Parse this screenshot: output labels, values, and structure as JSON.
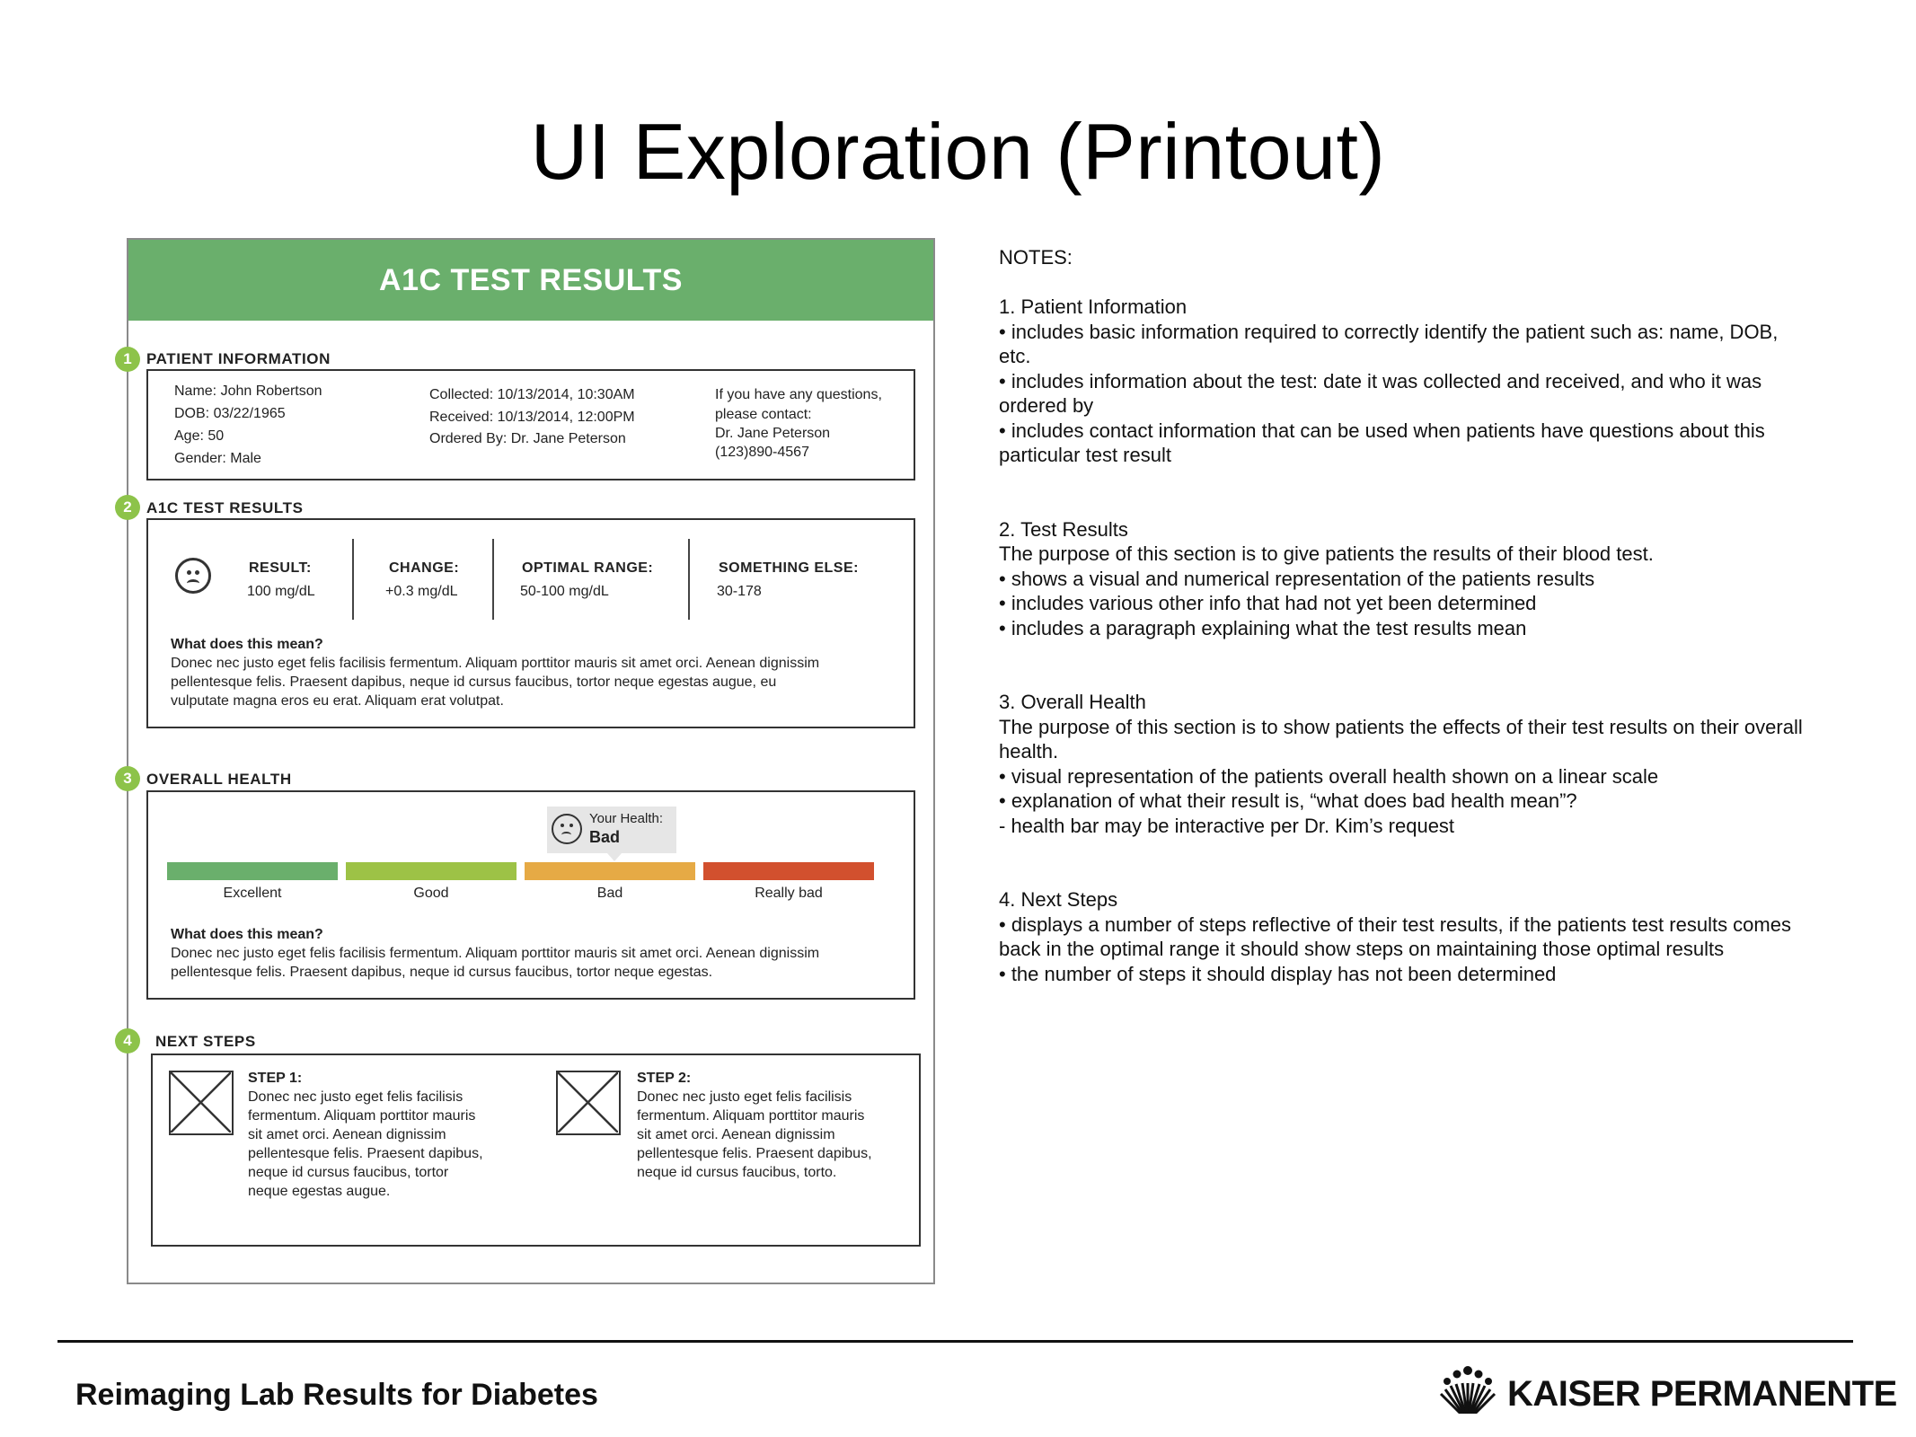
{
  "slide": {
    "title": "UI Exploration (Printout)",
    "footer_title": "Reimaging Lab Results for Diabetes",
    "logo_text": "KAISER PERMANENTE"
  },
  "printout": {
    "header": "A1C TEST RESULTS",
    "sections": {
      "patient": {
        "number": "1",
        "title": "PATIENT INFORMATION",
        "name": "Name: John Robertson",
        "dob": "DOB: 03/22/1965",
        "age": "Age: 50",
        "gender": "Gender: Male",
        "collected": "Collected: 10/13/2014, 10:30AM",
        "received": "Received: 10/13/2014, 12:00PM",
        "ordered_by": "Ordered By: Dr. Jane Peterson",
        "contact_line1": "If you have any questions,",
        "contact_line2": "please contact:",
        "contact_name": "Dr. Jane Peterson",
        "contact_phone": "(123)890-4567"
      },
      "results": {
        "number": "2",
        "title": "A1C TEST RESULTS",
        "metrics": [
          {
            "label": "RESULT:",
            "value": "100 mg/dL"
          },
          {
            "label": "CHANGE:",
            "value": "+0.3 mg/dL"
          },
          {
            "label": "OPTIMAL RANGE:",
            "value": "50-100 mg/dL"
          },
          {
            "label": "SOMETHING ELSE:",
            "value": "30-178"
          }
        ],
        "meaning_title": "What does this mean?",
        "meaning_lines": [
          "Donec nec justo eget felis facilisis fermentum. Aliquam porttitor mauris sit amet orci. Aenean dignissim",
          "pellentesque felis. Praesent dapibus, neque id cursus faucibus, tortor neque egestas augue, eu",
          "vulputate magna eros eu erat. Aliquam erat volutpat."
        ]
      },
      "health": {
        "number": "3",
        "title": "OVERALL HEALTH",
        "tooltip_label": "Your Health:",
        "tooltip_value": "Bad",
        "current_level": "Bad",
        "scale": [
          {
            "label": "Excellent",
            "color": "#6aaf6c"
          },
          {
            "label": "Good",
            "color": "#9dc246"
          },
          {
            "label": "Bad",
            "color": "#e6aa45"
          },
          {
            "label": "Really bad",
            "color": "#d2502e"
          }
        ],
        "meaning_title": "What does this mean?",
        "meaning_lines": [
          "Donec nec justo eget felis facilisis fermentum. Aliquam porttitor mauris sit amet orci. Aenean dignissim",
          "pellentesque felis. Praesent dapibus, neque id cursus faucibus, tortor neque egestas."
        ]
      },
      "next_steps": {
        "number": "4",
        "title": "NEXT STEPS",
        "steps": [
          {
            "title": "STEP 1:",
            "lines": [
              "Donec nec justo eget felis facilisis",
              "fermentum. Aliquam porttitor mauris",
              "sit amet orci. Aenean dignissim",
              "pellentesque felis. Praesent dapibus,",
              "neque id cursus faucibus, tortor",
              "neque egestas augue."
            ]
          },
          {
            "title": "STEP 2:",
            "lines": [
              "Donec nec justo eget felis facilisis",
              "fermentum. Aliquam porttitor mauris",
              "sit amet orci. Aenean dignissim",
              "pellentesque felis. Praesent dapibus,",
              "neque id cursus faucibus, torto."
            ]
          }
        ]
      }
    }
  },
  "notes": {
    "heading": "NOTES:",
    "sections": [
      {
        "title": "1. Patient Information",
        "lines": [
          "• includes basic information required to correctly identify the patient such as: name, DOB,",
          "etc.",
          "• includes information about the test: date it was collected and received, and who it was",
          "ordered by",
          "• includes contact information that can be used when patients have questions about this",
          "particular test result"
        ]
      },
      {
        "title": "2. Test Results",
        "lines": [
          "The purpose of this section is to give patients the results of their blood test.",
          "• shows a visual and numerical representation of the patients results",
          "• includes various other info that had not yet been determined",
          "• includes a paragraph explaining what the test results mean"
        ]
      },
      {
        "title": "3. Overall Health",
        "lines": [
          "The purpose of this section is to show patients the effects of their test results on their overall",
          "health.",
          "• visual representation of the patients overall health shown on a linear scale",
          "• explanation of what their result is, “what does bad health mean”?",
          "- health bar may be interactive per Dr. Kim’s request"
        ]
      },
      {
        "title": "4. Next Steps",
        "lines": [
          "• displays a number of steps reflective of their test results, if the patients test results comes",
          "back in the optimal range it should show steps on maintaining those optimal results",
          "• the number of steps it should display has not been determined"
        ]
      }
    ]
  }
}
